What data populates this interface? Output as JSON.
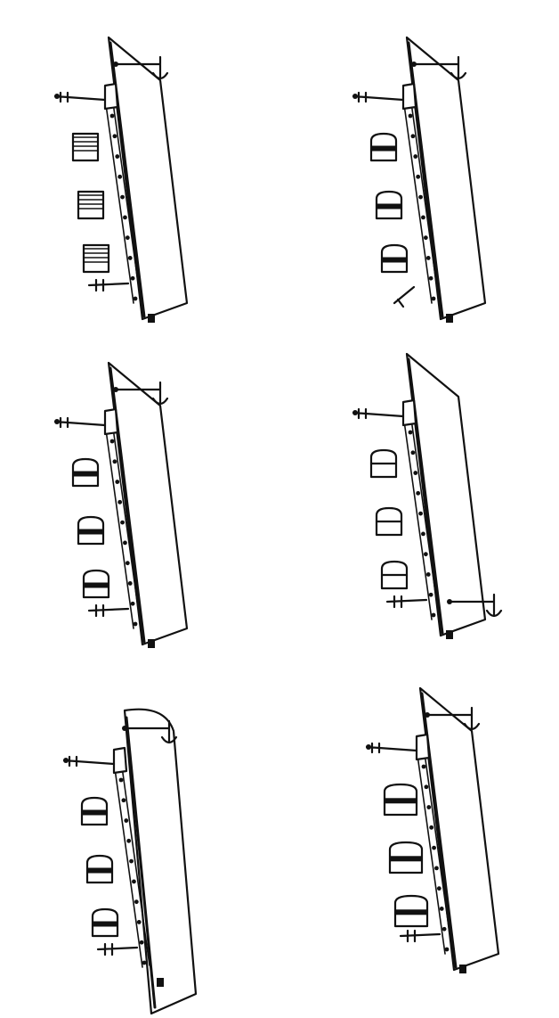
{
  "colors": {
    "ink": "#111111",
    "paper": "#ffffff"
  },
  "ships": [
    {
      "id": 1,
      "funnel_style": "striped-square",
      "anchor": "top",
      "mast": "left-bottom",
      "bow": "pointed"
    },
    {
      "id": 2,
      "funnel_style": "round-banded",
      "anchor": "top",
      "mast": "left-bottom-slanted",
      "bow": "pointed"
    },
    {
      "id": 3,
      "funnel_style": "round-banded",
      "anchor": "top",
      "mast": "left-bottom",
      "bow": "pointed"
    },
    {
      "id": 4,
      "funnel_style": "round-plain",
      "anchor": "bottom",
      "mast": "left-bottom",
      "bow": "pointed"
    },
    {
      "id": 5,
      "funnel_style": "round-banded",
      "anchor": "top",
      "mast": "left-bottom",
      "bow": "rounded"
    },
    {
      "id": 6,
      "funnel_style": "tall-banded",
      "anchor": "top",
      "mast": "left-bottom",
      "bow": "pointed"
    }
  ]
}
